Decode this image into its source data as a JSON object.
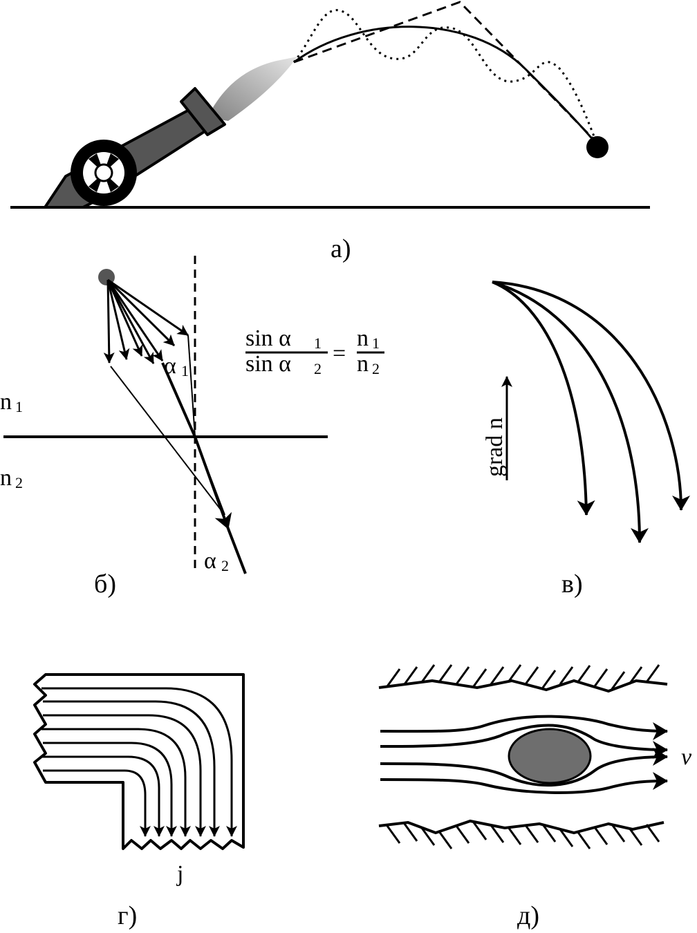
{
  "panels": {
    "a": {
      "label": "а)"
    },
    "b": {
      "label": "б)",
      "medium1": "n",
      "medium1_sub": "1",
      "medium2": "n",
      "medium2_sub": "2",
      "angle1": "α",
      "angle1_sub": "1",
      "angle2": "α",
      "angle2_sub": "2",
      "formula": {
        "num_left": "sin α",
        "num_left_sub": "1",
        "den_left": "sin α",
        "den_left_sub": "2",
        "equals": "=",
        "num_right": "n",
        "num_right_sub": "1",
        "den_right": "n",
        "den_right_sub": "2"
      }
    },
    "v": {
      "label": "в)",
      "gradient": "grad n"
    },
    "g": {
      "label": "г)",
      "current": "j"
    },
    "d": {
      "label": "д)",
      "velocity": "v"
    }
  },
  "colors": {
    "ink": "#000000",
    "cannon": "#555555",
    "smoke": "#9a9a9a",
    "obstacle": "#6e6e6e"
  }
}
